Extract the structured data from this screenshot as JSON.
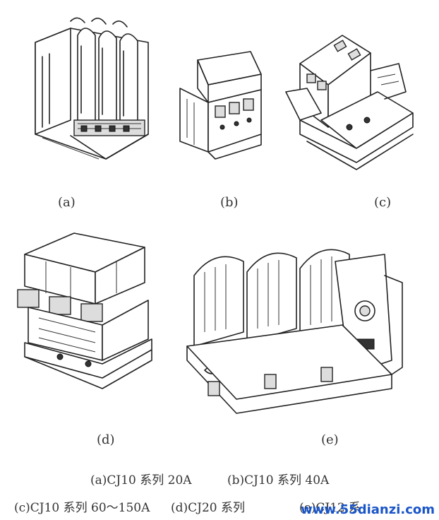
{
  "panels": [
    {
      "label": "(a)"
    },
    {
      "label": "(b)"
    },
    {
      "label": "(c)"
    },
    {
      "label": "(d)"
    },
    {
      "label": "(e)"
    }
  ],
  "captions": {
    "line1_a": "(a)CJ10 系列 20A",
    "line1_b": "(b)CJ10 系列 40A",
    "line2_c": "(c)CJ10 系列 60～150A",
    "line2_d": "(d)CJ20 系列",
    "line2_e": "(e)CJ12 系"
  },
  "watermark": "www.55dianzi.com"
}
